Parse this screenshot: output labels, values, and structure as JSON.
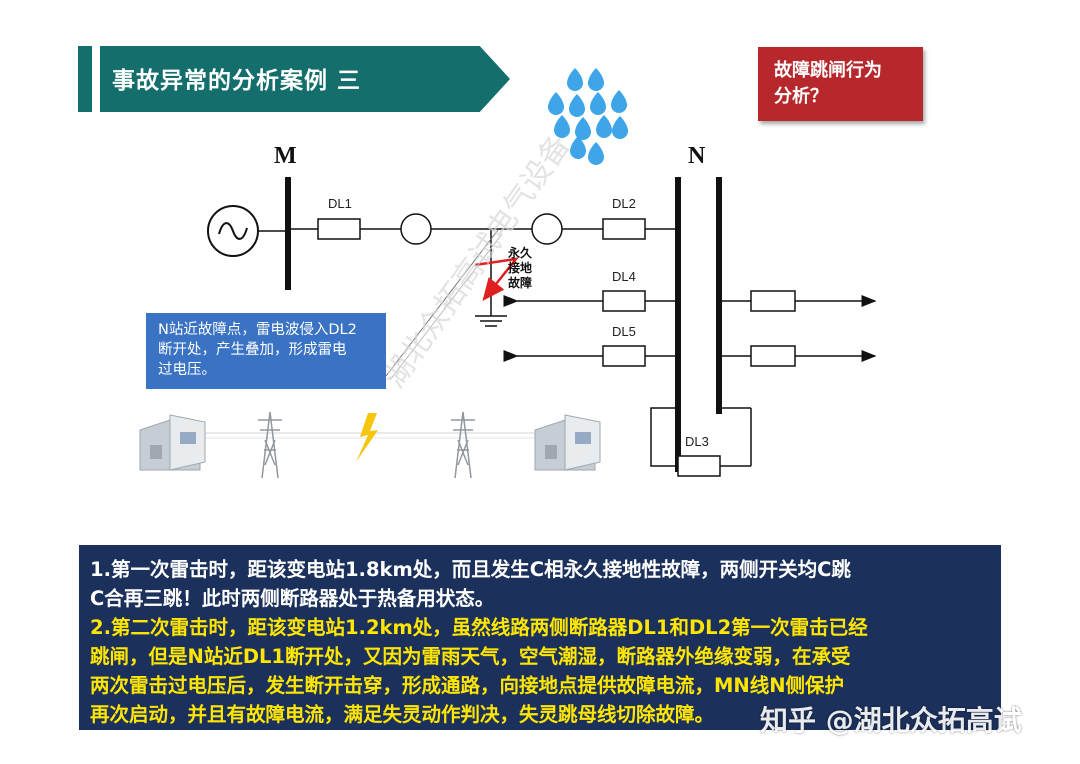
{
  "title": "事故异常的分析案例 三",
  "callout": {
    "line1": "故障跳闸行为",
    "line2": "分析？"
  },
  "diagram": {
    "node_m": "M",
    "node_n": "N",
    "breakers": {
      "dl1": "DL1",
      "dl2": "DL2",
      "dl3": "DL3",
      "dl4": "DL4",
      "dl5": "DL5"
    },
    "fault_label": [
      "永久",
      "接地",
      "故障"
    ],
    "faint_watermark": "湖北众拓高试电气设备"
  },
  "note": {
    "lines": [
      "N站近故障点，雷电波侵入DL2",
      "断开处，产生叠加，形成雷电",
      "过电压。"
    ]
  },
  "bottom": {
    "white_lines": [
      "1.第一次雷击时，距该变电站1.8km处，而且发生C相永久接地性故障，两侧开关均C跳",
      "C合再三跳！此时两侧断路器处于热备用状态。"
    ],
    "yellow_lines": [
      "2.第二次雷击时，距该变电站1.2km处，虽然线路两侧断路器DL1和DL2第一次雷击已经",
      "跳闸，但是N站近DL1断开处，又因为雷雨天气，空气潮湿，断路器外绝缘变弱，在承受",
      "两次雷击过电压后，发生断开击穿，形成通路，向接地点提供故障电流，MN线N侧保护",
      "再次启动，并且有故障电流，满足失灵动作判决，失灵跳母线切除故障。"
    ]
  },
  "watermark": "知乎 @湖北众拓高试",
  "colors": {
    "banner": "#146e6b",
    "callout": "#b7282d",
    "note": "#3a73c4",
    "bottom_bg": "#1b305a",
    "highlight_text": "#ffe600",
    "drops": "#3ea6e8"
  }
}
